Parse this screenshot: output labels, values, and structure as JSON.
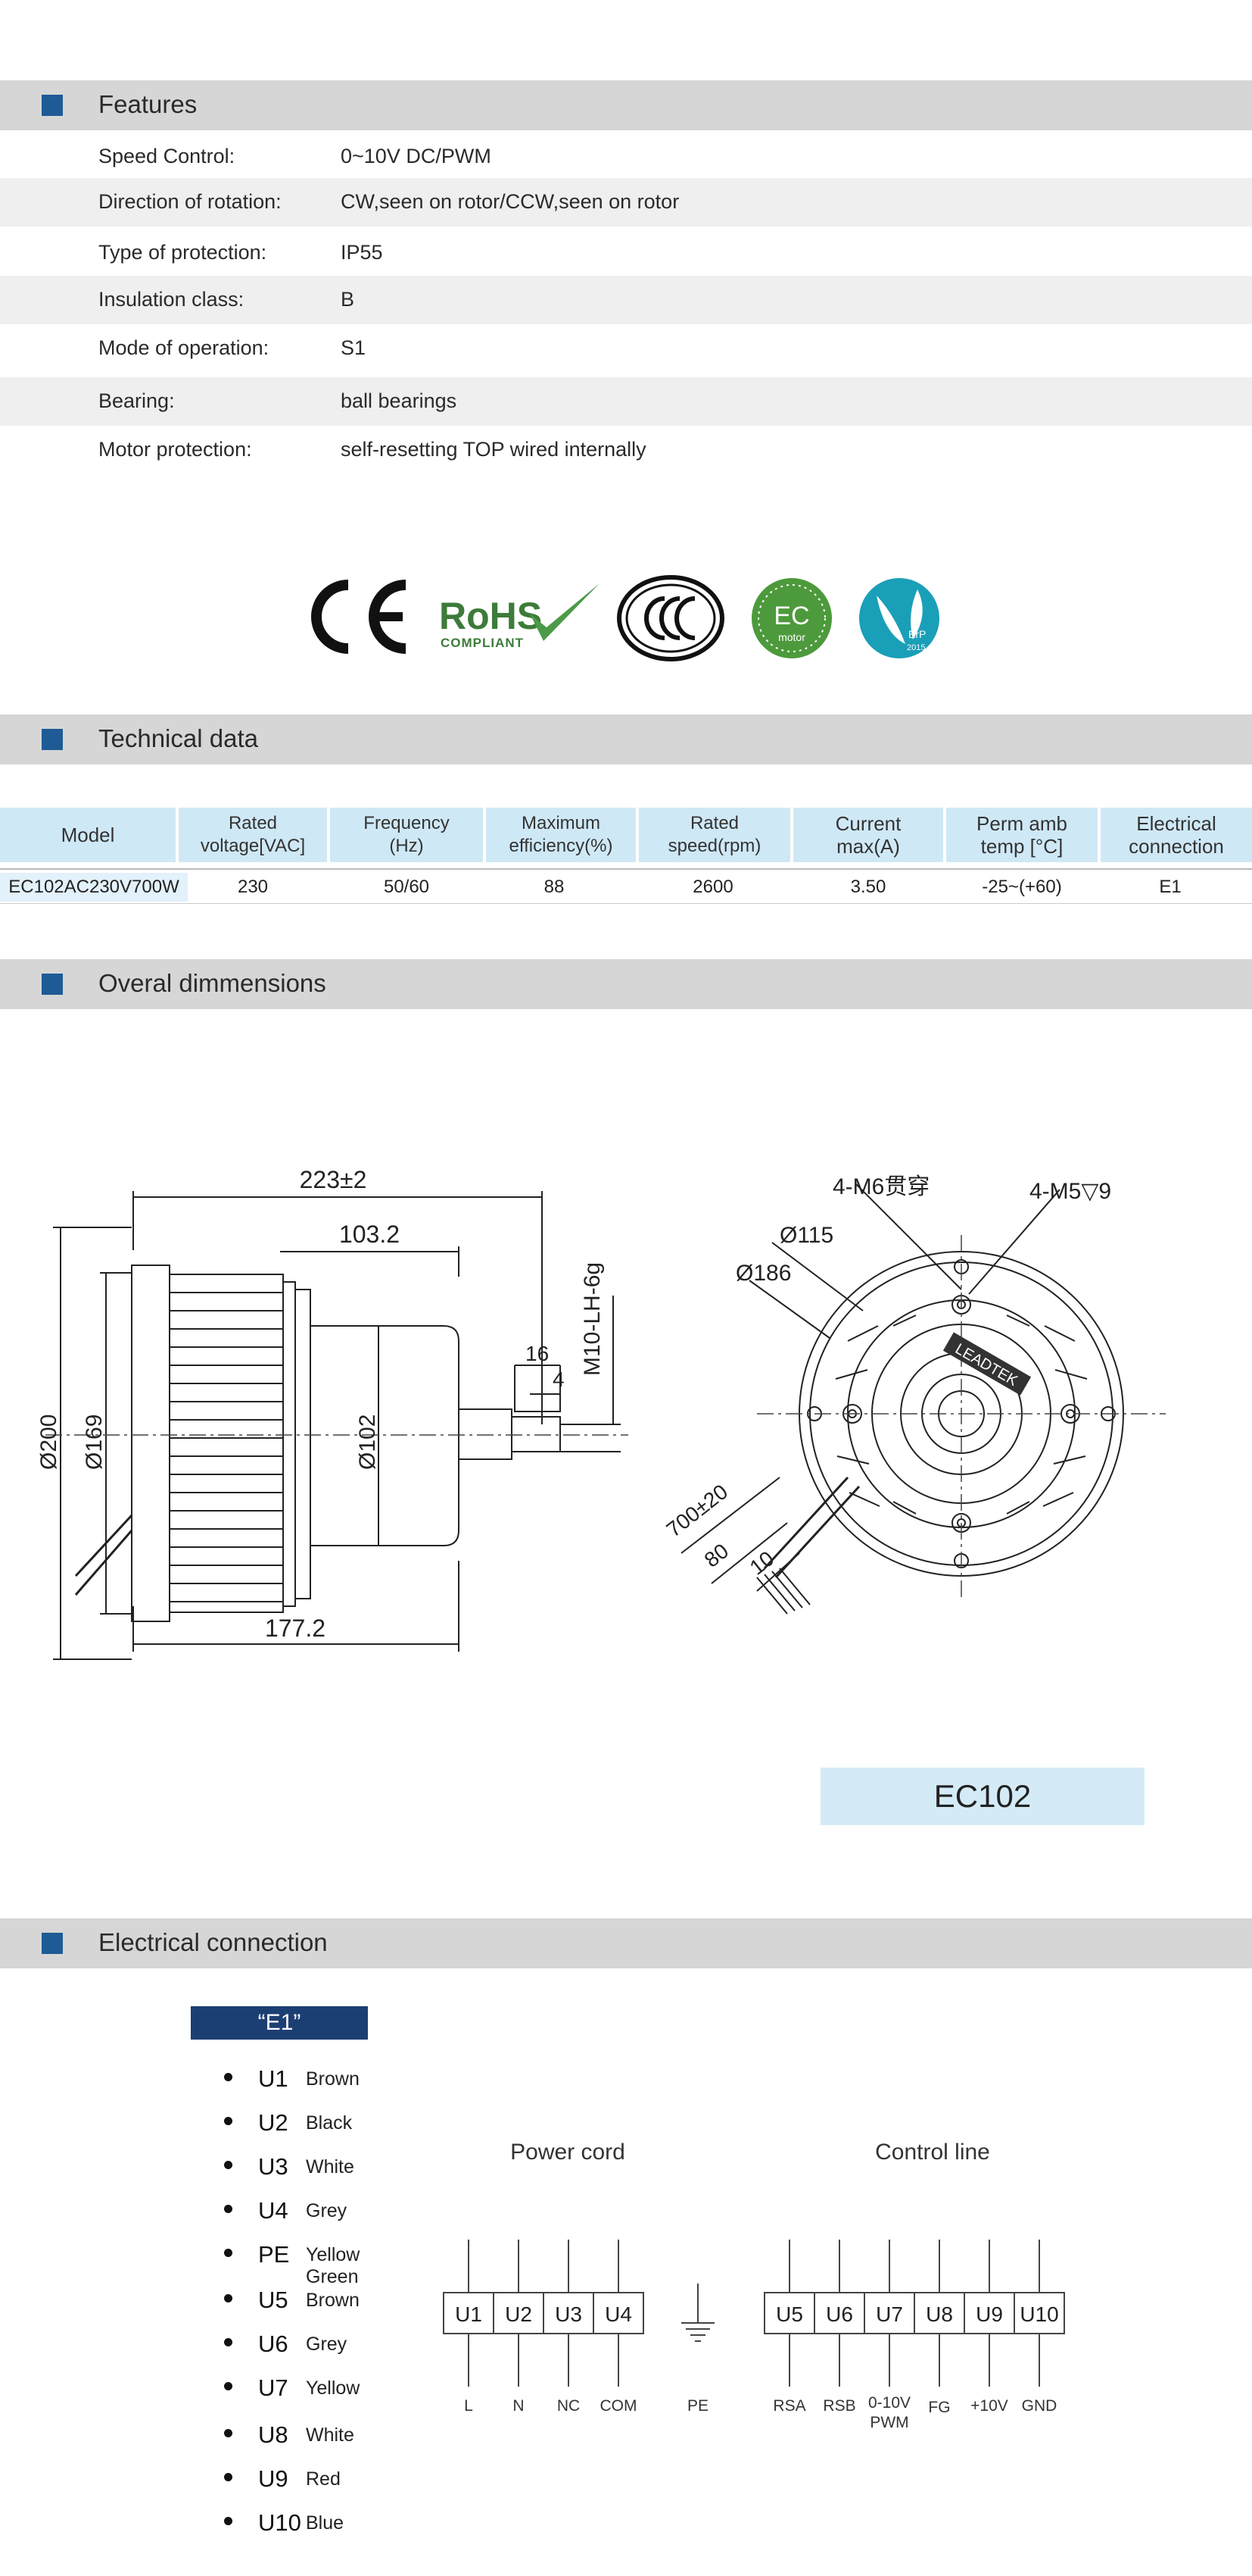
{
  "features": {
    "title": "Features",
    "rows": [
      {
        "label": "Speed Control:",
        "value": "0~10V DC/PWM"
      },
      {
        "label": "Direction of rotation:",
        "value": "CW,seen on rotor/CCW,seen on rotor"
      },
      {
        "label": "Type of protection:",
        "value": "IP55"
      },
      {
        "label": "Insulation class:",
        "value": "B"
      },
      {
        "label": "Mode of operation:",
        "value": "S1"
      },
      {
        "label": "Bearing:",
        "value": "ball bearings"
      },
      {
        "label": "Motor protection:",
        "value": "self-resetting TOP wired internally"
      }
    ]
  },
  "certifications": {
    "rohs": "RoHS",
    "rohs_sub": "COMPLIANT",
    "ec_main": "EC",
    "ec_sub": "motor",
    "erp": "ErP",
    "erp_year": "2015"
  },
  "technical": {
    "title": "Technical data",
    "headers": [
      [
        "Model"
      ],
      [
        "Rated",
        "voltage[VAC]"
      ],
      [
        "Frequency",
        "(Hz)"
      ],
      [
        "Maximum",
        "efficiency(%)"
      ],
      [
        "Rated",
        "speed(rpm)"
      ],
      [
        "Current",
        "max(A)"
      ],
      [
        "Perm amb",
        "temp [°C]"
      ],
      [
        "Electrical",
        "connection"
      ]
    ],
    "row": [
      "EC102AC230V700W",
      "230",
      "50/60",
      "88",
      "2600",
      "3.50",
      "-25~(+60)",
      "E1"
    ]
  },
  "dimensions": {
    "title": "Overal dimmensions",
    "side": {
      "d223": "223±2",
      "d103": "103.2",
      "m10": "M10-LH-6g",
      "d16": "16",
      "d4": "4",
      "d200": "Ø200",
      "d169": "Ø169",
      "d102": "Ø102",
      "d177": "177.2"
    },
    "front": {
      "m6": "4-M6贯穿",
      "m5": "4-M5▽9",
      "d115": "Ø115",
      "d186": "Ø186",
      "l700": "700±20",
      "l80": "80",
      "l10": "10",
      "brand": "LEADTEK"
    },
    "model_label": "EC102"
  },
  "electrical": {
    "title": "Electrical connection",
    "tag": "“E1”",
    "wires": [
      {
        "code": "U1",
        "color": "Brown"
      },
      {
        "code": "U2",
        "color": "Black"
      },
      {
        "code": "U3",
        "color": "White"
      },
      {
        "code": "U4",
        "color": "Grey"
      },
      {
        "code": "PE",
        "color": "Yellow Green"
      },
      {
        "code": "U5",
        "color": "Brown"
      },
      {
        "code": "U6",
        "color": "Grey"
      },
      {
        "code": "U7",
        "color": "Yellow"
      },
      {
        "code": "U8",
        "color": "White"
      },
      {
        "code": "U9",
        "color": "Red"
      },
      {
        "code": "U10",
        "color": "Blue"
      }
    ],
    "power_cord": {
      "title": "Power cord",
      "terminals": [
        "U1",
        "U2",
        "U3",
        "U4"
      ],
      "labels": [
        "L",
        "N",
        "NC",
        "COM"
      ]
    },
    "pe_label": "PE",
    "control_line": {
      "title": "Control line",
      "terminals": [
        "U5",
        "U6",
        "U7",
        "U8",
        "U9",
        "U10"
      ],
      "labels": [
        "RSA",
        "RSB",
        "0-10V",
        "FG",
        "+10V",
        "GND"
      ],
      "label_extra": "PWM"
    }
  },
  "colors": {
    "section_bar": "#d6d6d6",
    "accent_square": "#1e5b96",
    "table_header": "#cfe8f6",
    "tag_bg": "#1c3f73",
    "ec_green": "#4d9a3c",
    "erp_teal": "#1a9fb8",
    "rohs_green": "#3d7b3a"
  }
}
